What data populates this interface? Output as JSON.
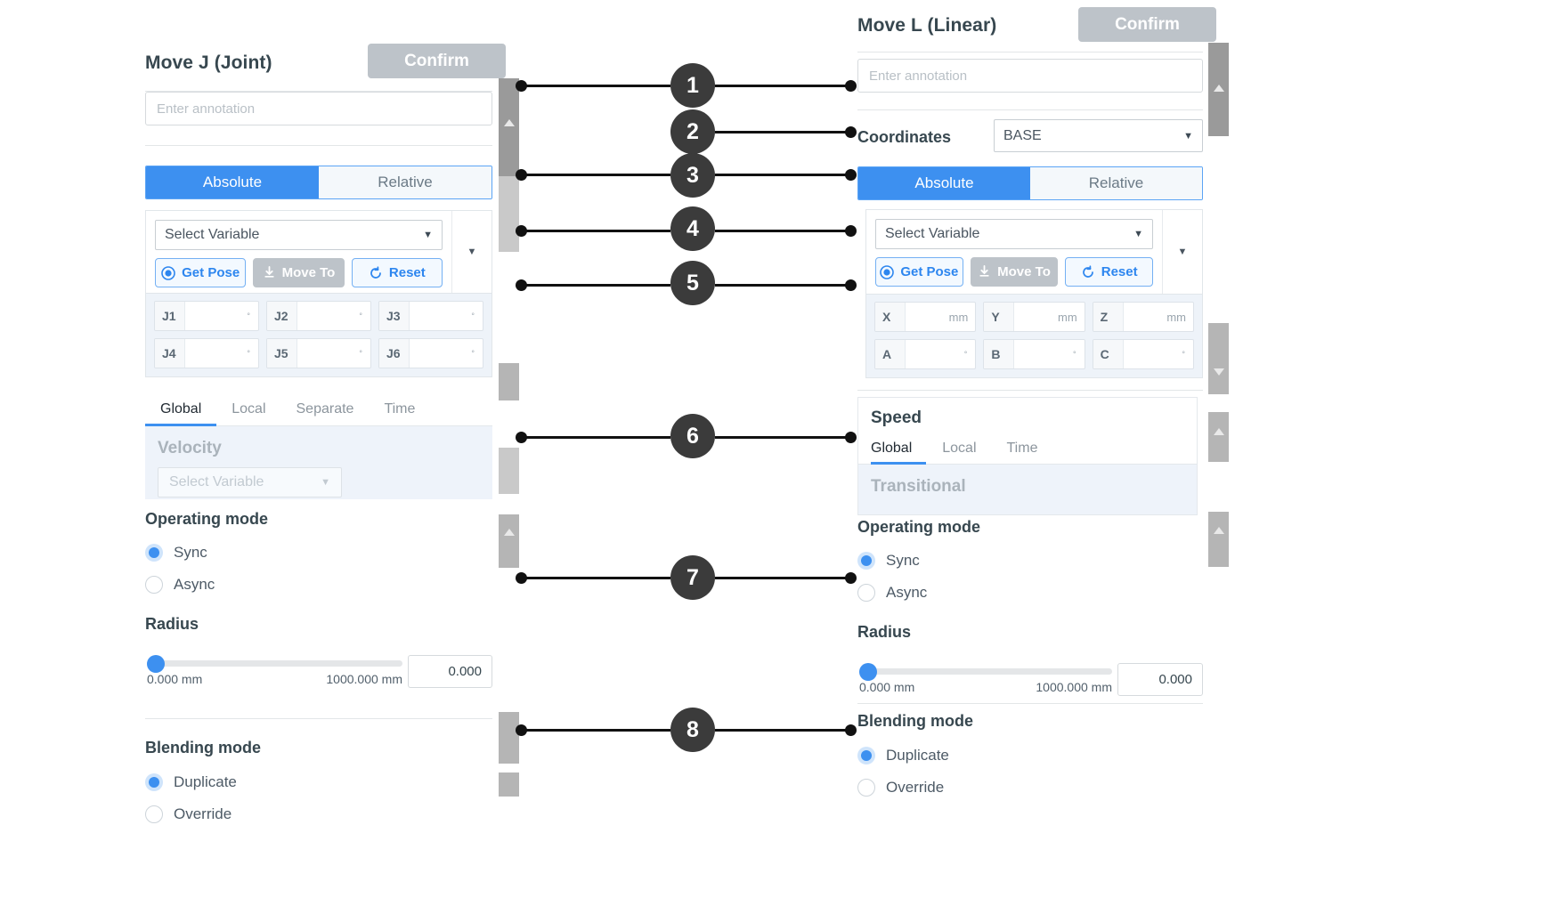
{
  "left_panel": {
    "title": "Move J (Joint)",
    "confirm_label": "Confirm",
    "annotation_placeholder": "Enter annotation",
    "mode_tabs": {
      "absolute": "Absolute",
      "relative": "Relative"
    },
    "variable_placeholder": "Select Variable",
    "actions": {
      "get_pose": "Get Pose",
      "move_to": "Move To",
      "reset": "Reset"
    },
    "pose_fields": [
      {
        "label": "J1",
        "value": "",
        "unit": "°"
      },
      {
        "label": "J2",
        "value": "",
        "unit": "°"
      },
      {
        "label": "J3",
        "value": "",
        "unit": "°"
      },
      {
        "label": "J4",
        "value": "",
        "unit": "°"
      },
      {
        "label": "J5",
        "value": "",
        "unit": "°"
      },
      {
        "label": "J6",
        "value": "",
        "unit": "°"
      }
    ],
    "speed_tabs": [
      "Global",
      "Local",
      "Separate",
      "Time"
    ],
    "speed_active_tab": "Global",
    "velocity_label": "Velocity",
    "velocity_placeholder": "Select Variable",
    "operating_mode": {
      "heading": "Operating mode",
      "options": [
        "Sync",
        "Async"
      ],
      "selected": "Sync"
    },
    "radius": {
      "heading": "Radius",
      "min_label": "0.000 mm",
      "max_label": "1000.000 mm",
      "value": "0.000"
    },
    "blending_mode": {
      "heading": "Blending mode",
      "options": [
        "Duplicate",
        "Override"
      ],
      "selected": "Duplicate"
    }
  },
  "right_panel": {
    "title": "Move L (Linear)",
    "confirm_label": "Confirm",
    "annotation_placeholder": "Enter annotation",
    "coordinates_label": "Coordinates",
    "coordinates_value": "BASE",
    "mode_tabs": {
      "absolute": "Absolute",
      "relative": "Relative"
    },
    "variable_placeholder": "Select Variable",
    "actions": {
      "get_pose": "Get Pose",
      "move_to": "Move To",
      "reset": "Reset"
    },
    "pose_fields": [
      {
        "label": "X",
        "value": "",
        "unit": "mm"
      },
      {
        "label": "Y",
        "value": "",
        "unit": "mm"
      },
      {
        "label": "Z",
        "value": "",
        "unit": "mm"
      },
      {
        "label": "A",
        "value": "",
        "unit": "°"
      },
      {
        "label": "B",
        "value": "",
        "unit": "°"
      },
      {
        "label": "C",
        "value": "",
        "unit": "°"
      }
    ],
    "speed_card_title": "Speed",
    "speed_tabs": [
      "Global",
      "Local",
      "Time"
    ],
    "speed_active_tab": "Global",
    "transitional_label": "Transitional",
    "operating_mode": {
      "heading": "Operating mode",
      "options": [
        "Sync",
        "Async"
      ],
      "selected": "Sync"
    },
    "radius": {
      "heading": "Radius",
      "min_label": "0.000 mm",
      "max_label": "1000.000 mm",
      "value": "0.000"
    },
    "blending_mode": {
      "heading": "Blending mode",
      "options": [
        "Duplicate",
        "Override"
      ],
      "selected": "Duplicate"
    }
  },
  "callouts": [
    {
      "number": "1"
    },
    {
      "number": "2"
    },
    {
      "number": "3"
    },
    {
      "number": "4"
    },
    {
      "number": "5"
    },
    {
      "number": "6"
    },
    {
      "number": "7"
    },
    {
      "number": "8"
    }
  ],
  "colors": {
    "accent": "#3d90f0",
    "accent_soft": "#cfe4fb",
    "disabled": "#bdc3c9",
    "text": "#37474f",
    "muted": "#8c959d",
    "callout": "#3b3b3b",
    "panel_bg": "#eef3fa"
  }
}
